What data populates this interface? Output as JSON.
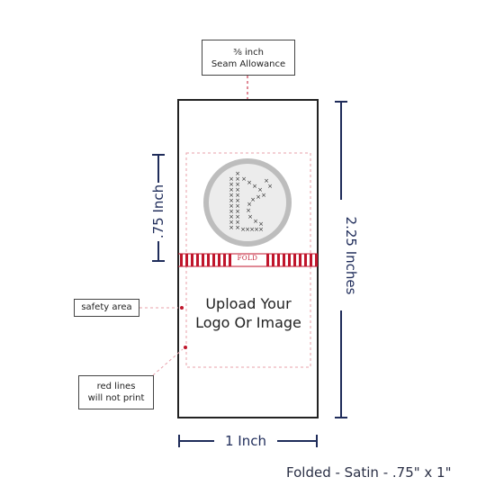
{
  "seam_label": {
    "fraction": "⅜ inch",
    "text": "Seam Allowance"
  },
  "safety_label": "safety area",
  "red_lines_label": {
    "line1": "red lines",
    "line2": "will not print"
  },
  "fold_label": "FOLD",
  "upload_label": {
    "line1": "Upload Your",
    "line2": "Logo Or Image"
  },
  "dimensions": {
    "left": ".75 Inch",
    "right": "2.25 Inches",
    "bottom": "1 Inch"
  },
  "caption": "Folded - Satin - .75\" x 1\"",
  "logo_icon": "cross-stitch-letter-d-logo",
  "colors": {
    "navy": "#1f2c5a",
    "red": "#c0162c",
    "safety_dash": "#e8a0aa",
    "logo_ring": "#bdbdbd"
  }
}
